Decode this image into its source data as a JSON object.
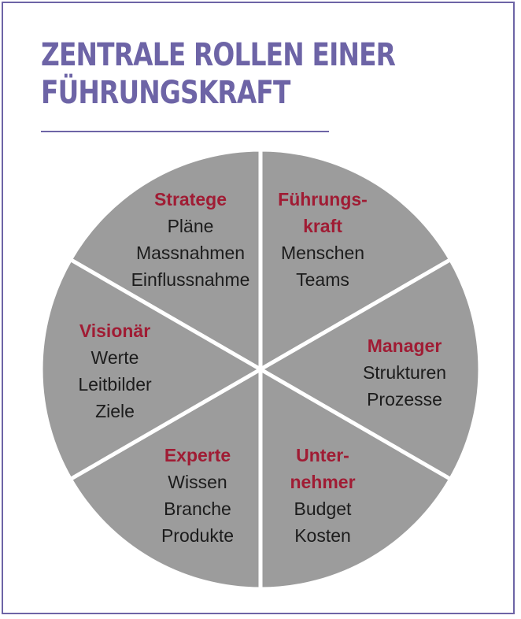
{
  "title": {
    "line1": "ZENTRALE ROLLEN EINER",
    "line2": "FÜHRUNGSKRAFT"
  },
  "colors": {
    "frame": "#6d64a6",
    "segment_fill": "#9c9c9c",
    "role_title": "#a01c34",
    "text": "#1c1c1c"
  },
  "segments": [
    {
      "id": "stratege",
      "title_lines": [
        "Stratege"
      ],
      "items": [
        "Pläne",
        "Massnahmen",
        "Einflussnahme"
      ]
    },
    {
      "id": "fuehrungskraft",
      "title_lines": [
        "Führungs-",
        "kraft"
      ],
      "items": [
        "Menschen",
        "Teams"
      ]
    },
    {
      "id": "manager",
      "title_lines": [
        "Manager"
      ],
      "items": [
        "Strukturen",
        "Prozesse"
      ]
    },
    {
      "id": "unternehmer",
      "title_lines": [
        "Unter-",
        "nehmer"
      ],
      "items": [
        "Budget",
        "Kosten"
      ]
    },
    {
      "id": "experte",
      "title_lines": [
        "Experte"
      ],
      "items": [
        "Wissen",
        "Branche",
        "Produkte"
      ]
    },
    {
      "id": "visionaer",
      "title_lines": [
        "Visionär"
      ],
      "items": [
        "Werte",
        "Leitbilder",
        "Ziele"
      ]
    }
  ]
}
